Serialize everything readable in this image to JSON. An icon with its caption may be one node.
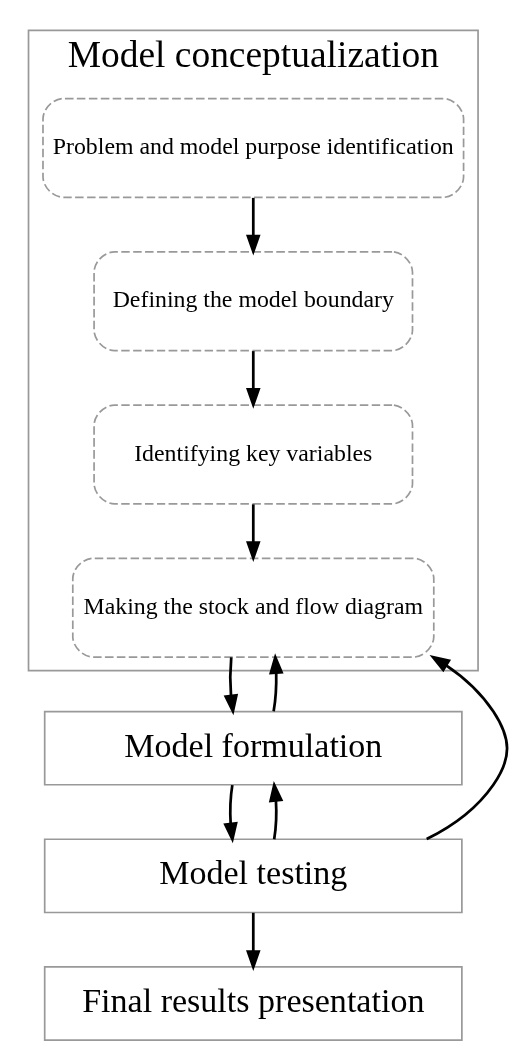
{
  "diagram": {
    "nodes": [
      {
        "text": [
          "Model conceptualization"
        ]
      },
      {
        "text": [
          "Problem and model purpose identification"
        ],
        "in": 0
      },
      {
        "text": [
          "Defining the model boundary"
        ],
        "in": 0
      },
      {
        "text": [
          "Identifying key variables"
        ],
        "in": 0
      },
      {
        "text": [
          "Making the stock and flow diagram"
        ],
        "in": 0
      },
      {
        "text": [
          "Model formulation"
        ]
      },
      {
        "text": [
          "Model testing"
        ]
      },
      {
        "text": [
          "Final results presentation"
        ]
      }
    ],
    "edges": [
      {
        "from": 1,
        "to": 2,
        "arrow": "to"
      },
      {
        "from": 2,
        "to": 3,
        "arrow": "to"
      },
      {
        "from": 3,
        "to": 4,
        "arrow": "to"
      },
      {
        "from": 4,
        "to": 5,
        "arrow": "to"
      },
      {
        "from": 5,
        "to": 6,
        "arrow": "to"
      },
      {
        "from": 6,
        "to": 4,
        "arrow": "to"
      },
      {
        "from": 5,
        "to": 4,
        "arrow": "to"
      },
      {
        "from": 6,
        "to": 5,
        "arrow": "to"
      },
      {
        "from": 6,
        "to": 7,
        "arrow": "to"
      }
    ]
  }
}
